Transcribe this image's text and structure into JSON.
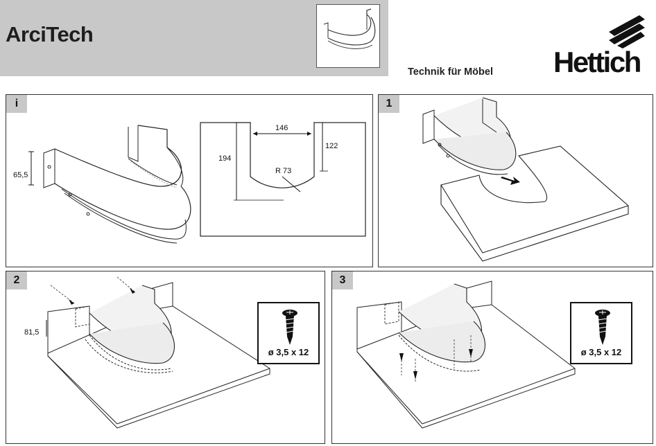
{
  "header": {
    "product_title": "ArciTech",
    "tagline": "Technik für Möbel",
    "brand": "Hettich"
  },
  "panels": {
    "info": {
      "label": "i",
      "dims": {
        "height": "65,5",
        "width": "146",
        "depth_total": "194",
        "depth_side": "122",
        "radius": "R 73"
      }
    },
    "step1": {
      "label": "1"
    },
    "step2": {
      "label": "2",
      "dims": {
        "height": "81,5"
      },
      "screw": "ø 3,5 x 12"
    },
    "step3": {
      "label": "3",
      "screw": "ø 3,5 x 12"
    }
  },
  "colors": {
    "header_band": "#c8c8c8",
    "line": "#333333",
    "badge_bg": "#c8c8c8"
  },
  "icons": [
    "hettich-logo-mark",
    "screw-icon",
    "arrow-icon"
  ]
}
